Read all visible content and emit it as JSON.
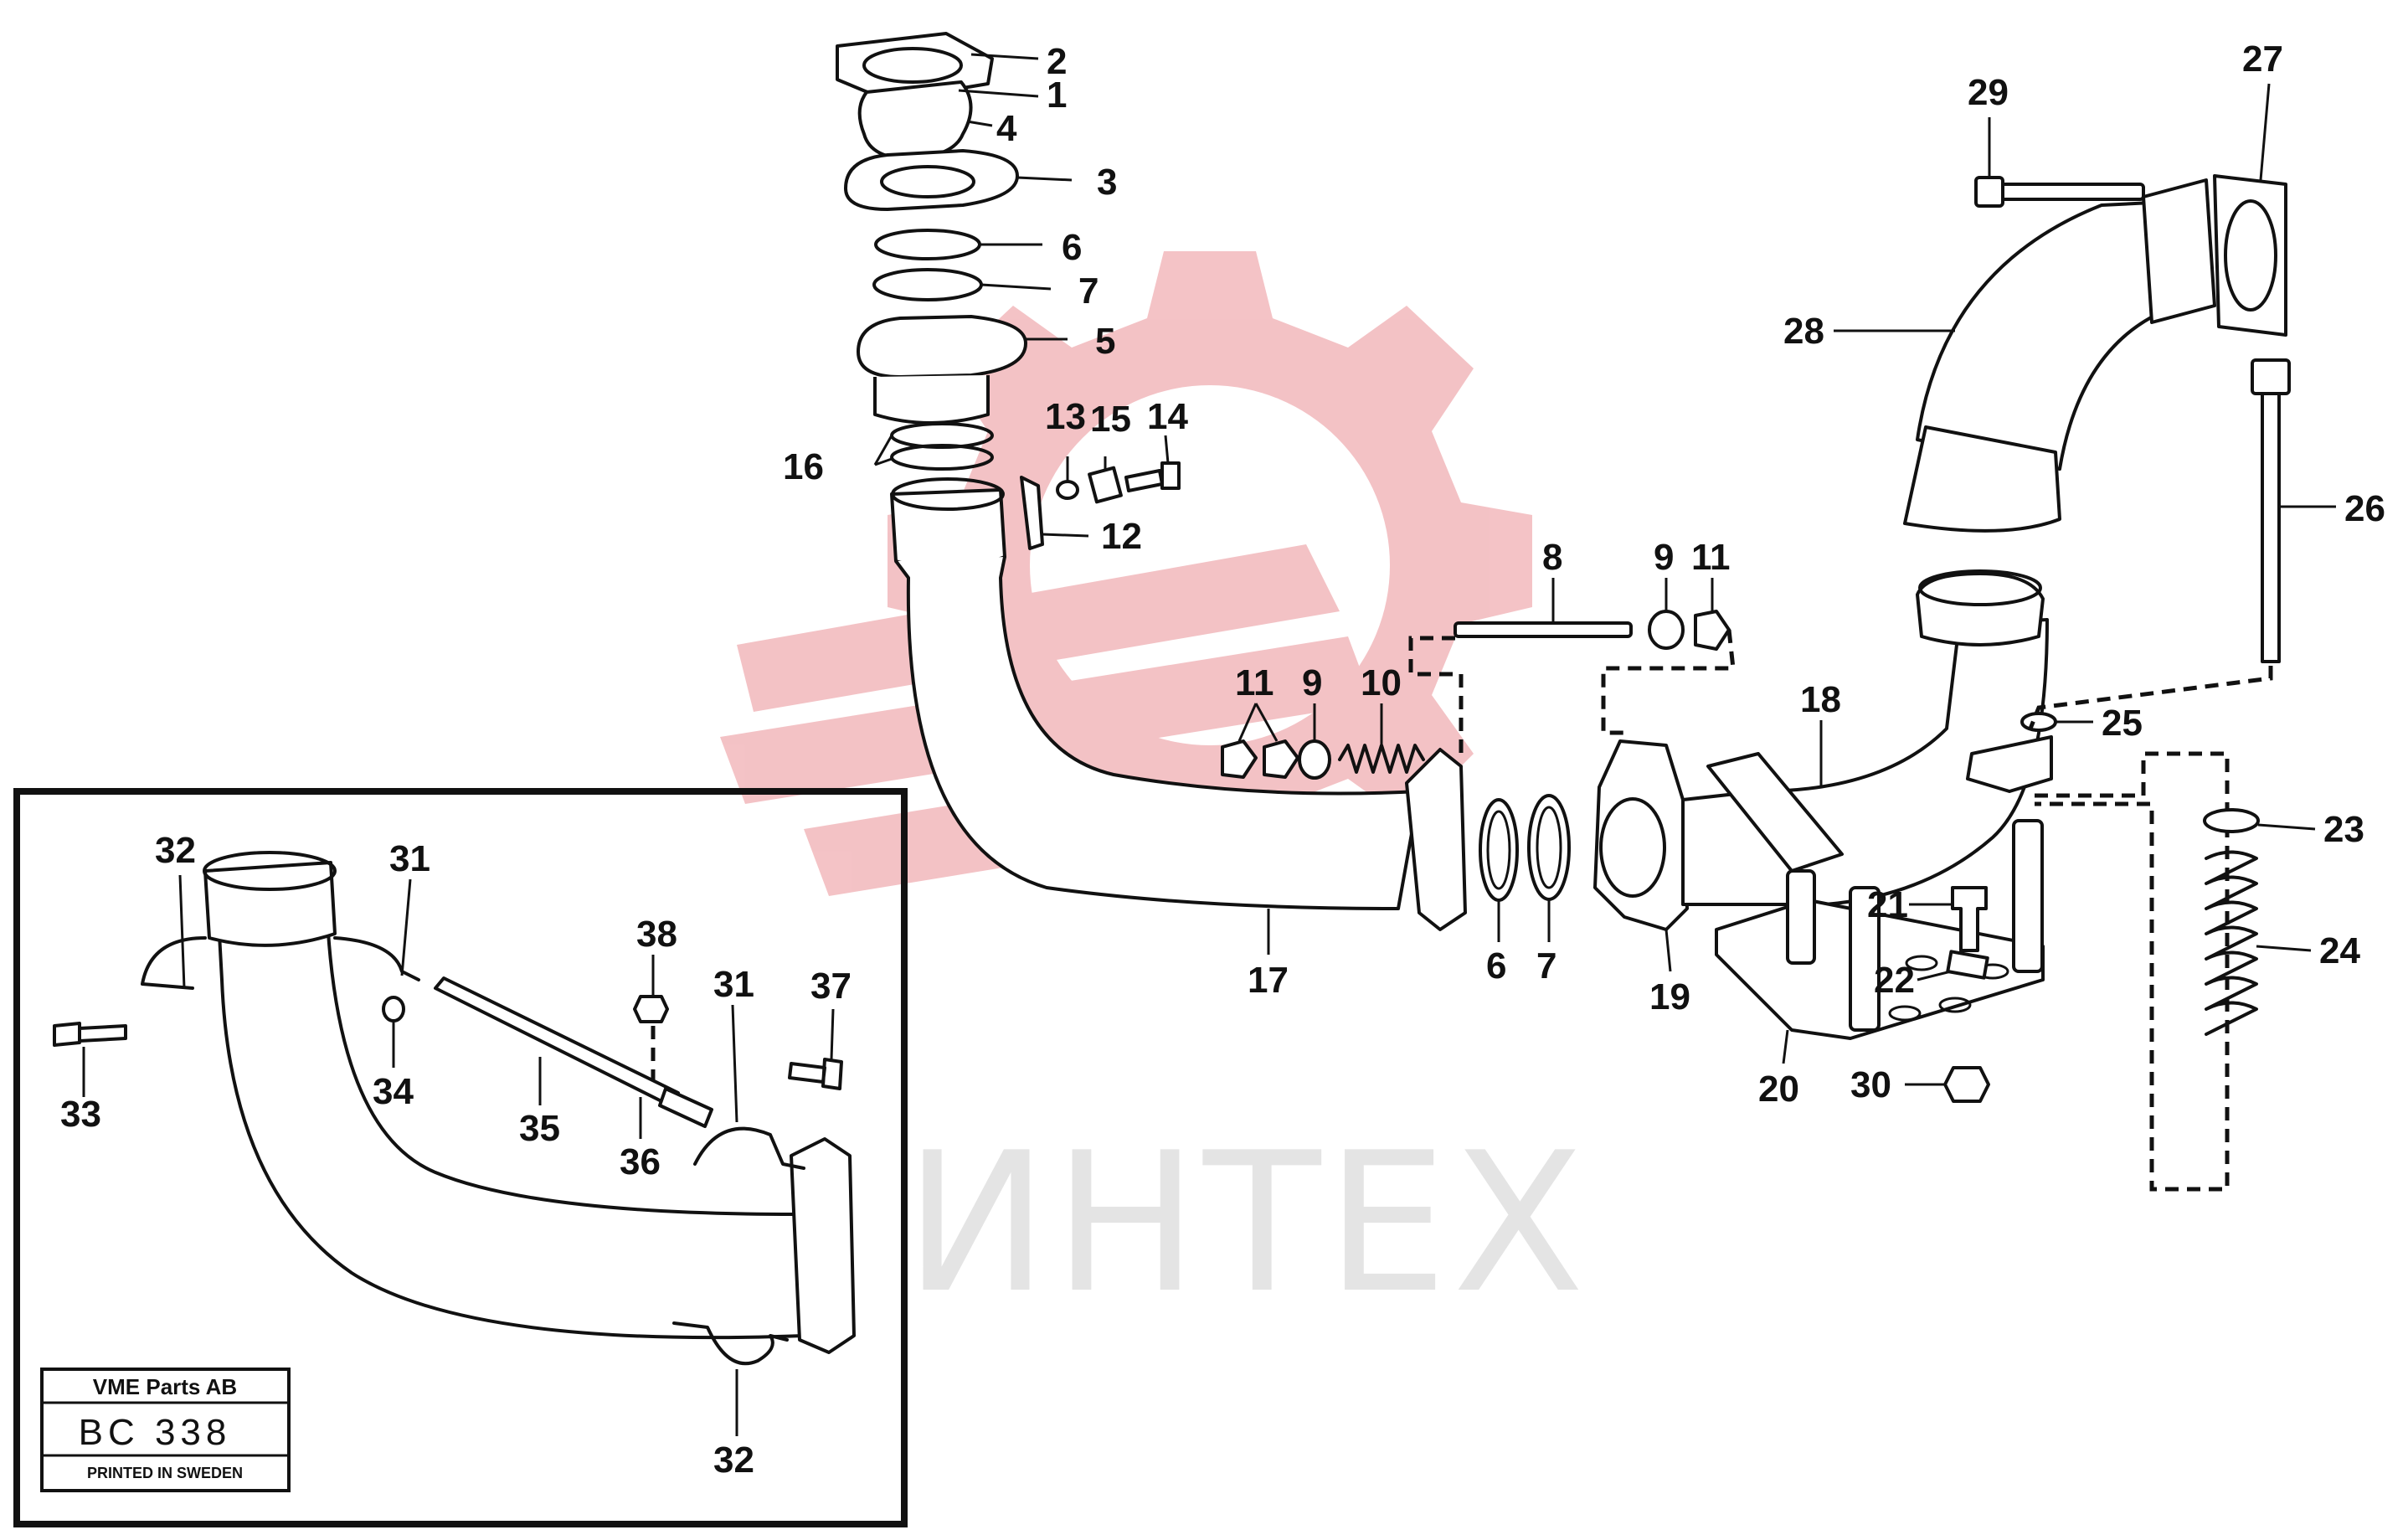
{
  "watermark": {
    "text": "ИНТЕХ",
    "gear_color": "#f2b8bc",
    "text_color": "#e4e4e4"
  },
  "stamp": {
    "company": "VME Parts AB",
    "code": "BC 338",
    "printed": "PRINTED IN SWEDEN"
  },
  "callouts": {
    "c1": "1",
    "c2": "2",
    "c3": "3",
    "c4": "4",
    "c5": "5",
    "c6a": "6",
    "c6b": "6",
    "c7a": "7",
    "c7b": "7",
    "c8": "8",
    "c9a": "9",
    "c9b": "9",
    "c10": "10",
    "c11a": "11",
    "c11b": "11",
    "c12": "12",
    "c13": "13",
    "c14": "14",
    "c15": "15",
    "c16": "16",
    "c17": "17",
    "c18": "18",
    "c19": "19",
    "c20": "20",
    "c21": "21",
    "c22": "22",
    "c23": "23",
    "c24": "24",
    "c25": "25",
    "c26": "26",
    "c27": "27",
    "c28": "28",
    "c29": "29",
    "c30": "30",
    "c31a": "31",
    "c31b": "31",
    "c32a": "32",
    "c32b": "32",
    "c33": "33",
    "c34": "34",
    "c35": "35",
    "c36": "36",
    "c37": "37",
    "c38": "38"
  }
}
